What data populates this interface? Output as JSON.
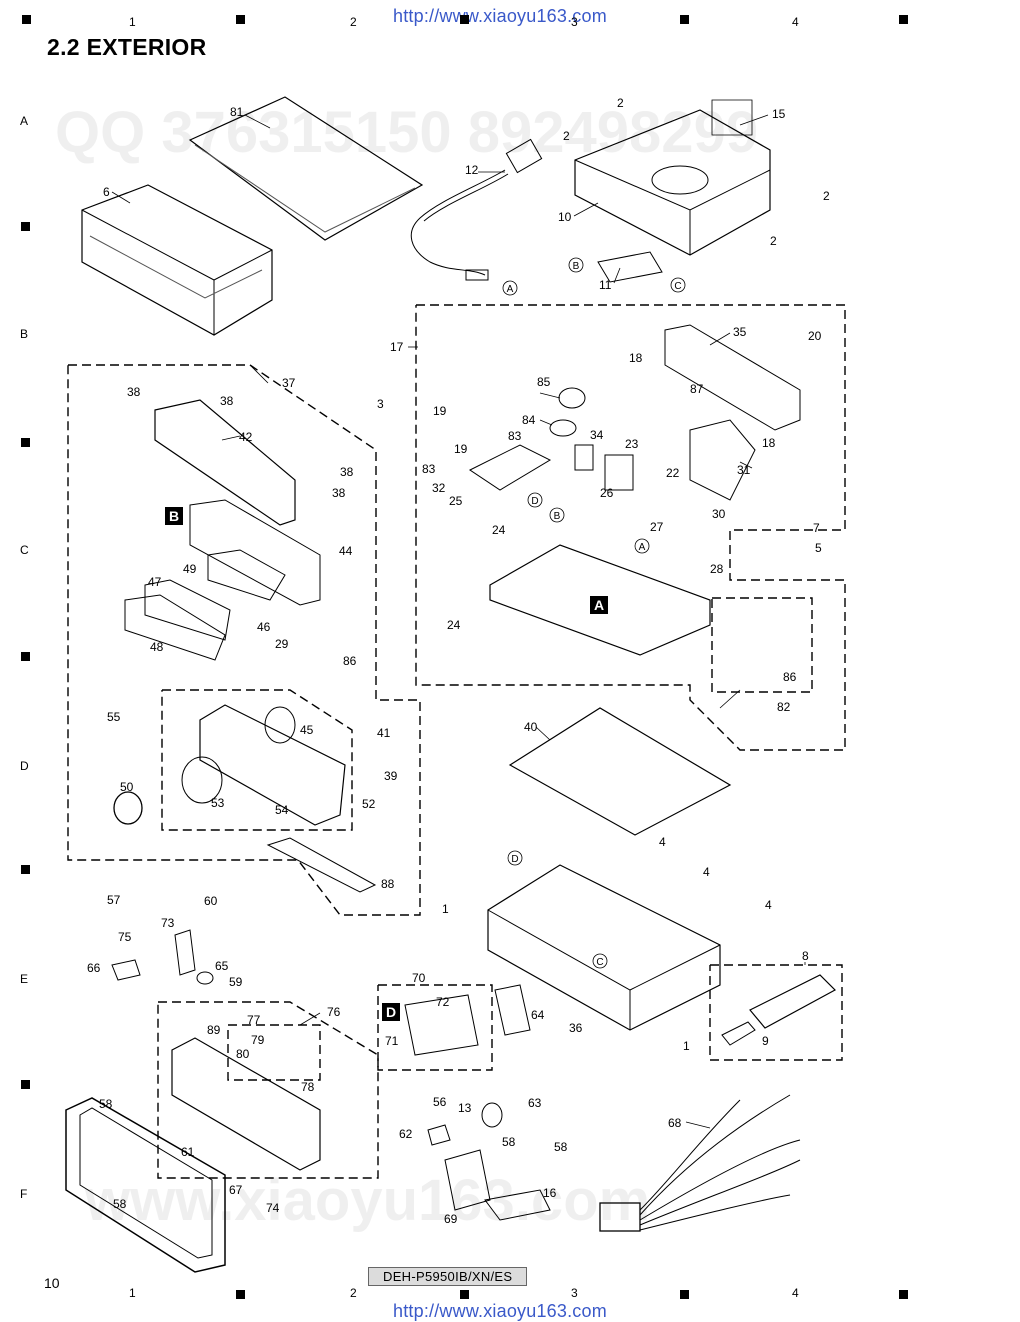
{
  "header": {
    "url": "http://www.xiaoyu163.com",
    "title": "2.2  EXTERIOR"
  },
  "watermark": {
    "qq": "QQ 376315150   892498299",
    "site": "www.xiaoyu163.com"
  },
  "grid": {
    "cols": [
      "1",
      "2",
      "3",
      "4"
    ],
    "rows": [
      "A",
      "B",
      "C",
      "D",
      "E",
      "F"
    ]
  },
  "markers": [
    "A",
    "B",
    "C",
    "D",
    "B",
    "A",
    "D",
    "C"
  ],
  "boxed": [
    "B",
    "A",
    "D"
  ],
  "callouts": [
    "81",
    "6",
    "12",
    "2",
    "15",
    "2",
    "2",
    "10",
    "2",
    "11",
    "17",
    "35",
    "20",
    "18",
    "85",
    "87",
    "37",
    "38",
    "38",
    "3",
    "19",
    "84",
    "83",
    "34",
    "18",
    "42",
    "19",
    "23",
    "83",
    "38",
    "22",
    "31",
    "32",
    "38",
    "26",
    "25",
    "30",
    "24",
    "27",
    "7",
    "44",
    "5",
    "49",
    "28",
    "47",
    "46",
    "24",
    "48",
    "29",
    "86",
    "86",
    "82",
    "55",
    "40",
    "45",
    "41",
    "39",
    "50",
    "53",
    "52",
    "54",
    "4",
    "88",
    "4",
    "57",
    "60",
    "4",
    "1",
    "73",
    "75",
    "8",
    "66",
    "65",
    "59",
    "70",
    "72",
    "76",
    "64",
    "77",
    "89",
    "36",
    "79",
    "71",
    "1",
    "9",
    "80",
    "78",
    "58",
    "56",
    "63",
    "13",
    "68",
    "62",
    "58",
    "61",
    "58",
    "67",
    "16",
    "58",
    "74",
    "69"
  ],
  "footer": {
    "page_number": "10",
    "model": "DEH-P5950IB/XN/ES",
    "url": "http://www.xiaoyu163.com"
  }
}
